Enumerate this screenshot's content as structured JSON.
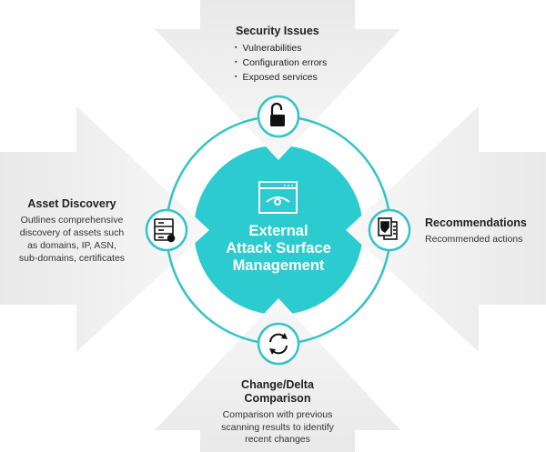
{
  "center": {
    "title_lines": [
      "External",
      "Attack Surface",
      "Management"
    ],
    "icon": "browser-eye-icon"
  },
  "security_issues": {
    "title": "Security Issues",
    "items": [
      "Vulnerabilities",
      "Configuration errors",
      "Exposed services"
    ],
    "icon": "unlocked-padlock-icon"
  },
  "asset_discovery": {
    "title": "Asset Discovery",
    "lines": [
      "Outlines comprehensive",
      "discovery of assets such",
      "as domains, IP, ASN,",
      "sub-domains, certificates"
    ],
    "icon": "server-gear-icon"
  },
  "recommendations": {
    "title": "Recommendations",
    "body": "Recommended actions",
    "icon": "shield-document-icon"
  },
  "change_delta": {
    "title_lines": [
      "Change/Delta",
      "Comparison"
    ],
    "lines": [
      "Comparison with previous",
      "scanning results to identify",
      "recent changes"
    ],
    "icon": "refresh-cycle-icon"
  },
  "colors": {
    "teal": "#2ccbd0",
    "ring": "#35c3c8",
    "arrow": "#ededed"
  }
}
